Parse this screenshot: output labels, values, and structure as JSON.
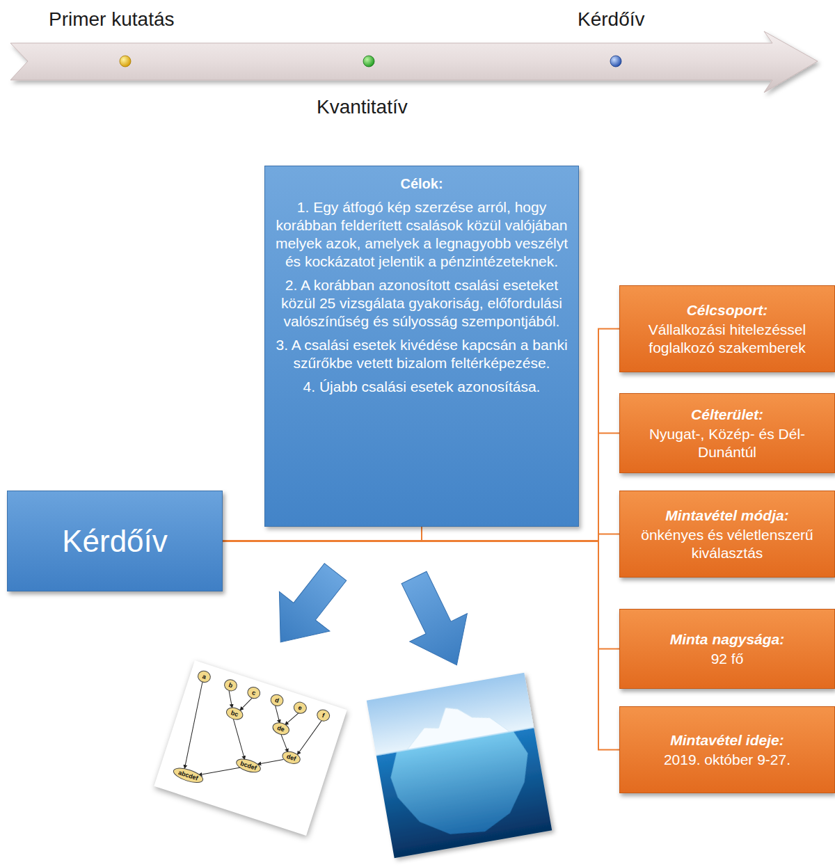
{
  "diagram": {
    "nodes": [
      {
        "text": [
          "Kérdőív"
        ]
      },
      {
        "text": [
          "Célok:",
          "1. Egy átfogó kép szerzése arról, hogy korábban felderített csalások közül valójában melyek azok, amelyek a legnagyobb veszélyt és kockázatot jelentik a pénzintézeteknek.",
          "2. A korábban azonosított csalási eseteket közül 25 vizsgálata gyakoriság, előfordulási valószínűség és súlyosság szempontjából.",
          "3. A csalási esetek kivédése kapcsán a banki szűrőkbe vetett bizalom feltérképezése.",
          "4. Újabb csalási esetek azonosítása."
        ]
      },
      {
        "text": [
          "Célcsoport:",
          "Vállalkozási hitelezéssel foglalkozó szakemberek"
        ]
      },
      {
        "text": [
          "Célterület:",
          "Nyugat-, Közép- és Dél-Dunántúl"
        ]
      },
      {
        "text": [
          "Mintavétel módja:",
          "önkényes és véletlenszerű kiválasztás"
        ]
      },
      {
        "text": [
          "Minta nagysága:",
          "92 fő"
        ]
      },
      {
        "text": [
          "Mintavétel ideje:",
          "2019. október 9-27."
        ]
      }
    ],
    "edges": [
      {
        "from": 0,
        "to": 1,
        "arrow": "none"
      },
      {
        "from": 0,
        "to": 2,
        "arrow": "none"
      },
      {
        "from": 0,
        "to": 3,
        "arrow": "none"
      },
      {
        "from": 0,
        "to": 4,
        "arrow": "none"
      },
      {
        "from": 0,
        "to": 5,
        "arrow": "none"
      },
      {
        "from": 0,
        "to": 6,
        "arrow": "none"
      }
    ],
    "labels": [
      "Primer kutatás",
      "Kérdőív",
      "Kvantitatív",
      "a",
      "b",
      "c",
      "d",
      "e",
      "f",
      "bc",
      "de",
      "def",
      "bcdef",
      "abcdef"
    ]
  }
}
